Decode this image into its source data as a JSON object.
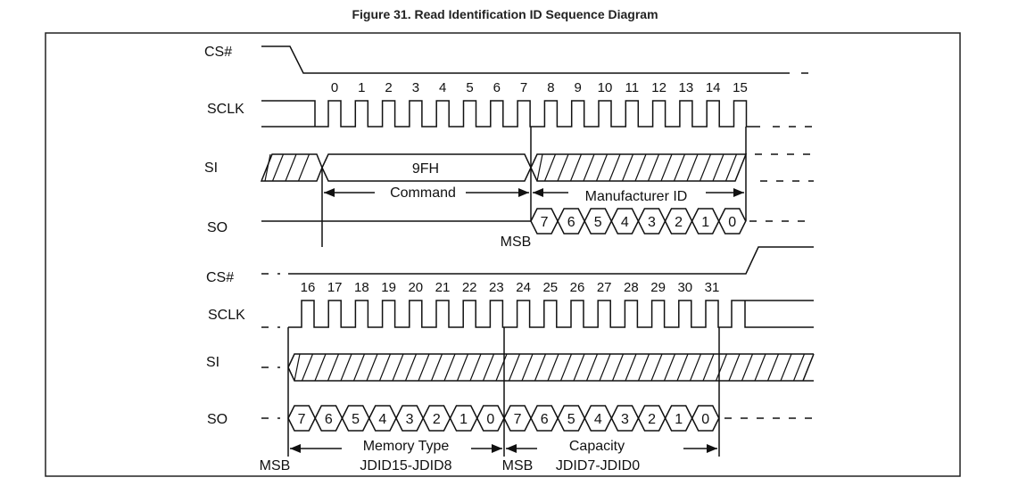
{
  "figure": {
    "title": "Figure 31. Read Identification ID Sequence Diagram"
  },
  "colors": {
    "line": "#111111",
    "frame": "#222222"
  },
  "rows": [
    {
      "signals": {
        "cs": "CS#",
        "sclk": "SCLK",
        "si": "SI",
        "so": "SO"
      },
      "clock_numbers": [
        "0",
        "1",
        "2",
        "3",
        "4",
        "5",
        "6",
        "7",
        "8",
        "9",
        "10",
        "11",
        "12",
        "13",
        "14",
        "15"
      ],
      "si_data_label": "9FH",
      "annotations": {
        "command": "Command",
        "manufacturer": "Manufacturer ID",
        "msb": "MSB"
      },
      "so_bits": [
        "7",
        "6",
        "5",
        "4",
        "3",
        "2",
        "1",
        "0"
      ]
    },
    {
      "signals": {
        "cs": "CS#",
        "sclk": "SCLK",
        "si": "SI",
        "so": "SO"
      },
      "clock_numbers": [
        "16",
        "17",
        "18",
        "19",
        "20",
        "21",
        "22",
        "23",
        "24",
        "25",
        "26",
        "27",
        "28",
        "29",
        "30",
        "31"
      ],
      "annotations": {
        "memory_type": "Memory Type",
        "memory_type_range": "JDID15-JDID8",
        "capacity": "Capacity",
        "capacity_range": "JDID7-JDID0",
        "msb_left": "MSB",
        "msb_mid": "MSB"
      },
      "so_bits_first": [
        "7",
        "6",
        "5",
        "4",
        "3",
        "2",
        "1",
        "0"
      ],
      "so_bits_second": [
        "7",
        "6",
        "5",
        "4",
        "3",
        "2",
        "1",
        "0"
      ]
    }
  ]
}
